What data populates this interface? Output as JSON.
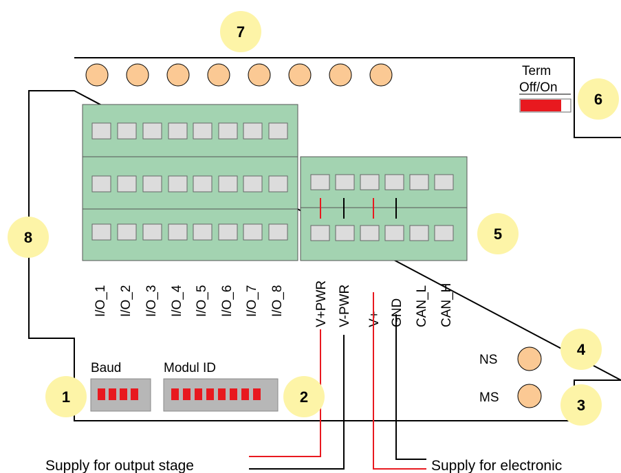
{
  "badges": [
    "1",
    "2",
    "3",
    "4",
    "5",
    "6",
    "7",
    "8"
  ],
  "io_labels": [
    "I/O_1",
    "I/O_2",
    "I/O_3",
    "I/O_4",
    "I/O_5",
    "I/O_6",
    "I/O_7",
    "I/O_8"
  ],
  "power_labels": [
    "V+PWR",
    "V-PWR",
    "V+",
    "GND",
    "CAN_L",
    "CAN_H"
  ],
  "term": {
    "title": "Term",
    "state": "Off/On"
  },
  "baud_label": "Baud",
  "modul_id_label": "Modul ID",
  "leds": {
    "ns": "NS",
    "ms": "MS"
  },
  "supply": {
    "output": "Supply for output stage",
    "electronic": "Supply for electronic"
  },
  "colors": {
    "terminal_green": "#a3d3b1",
    "led_orange": "#fbc994",
    "badge_yellow": "#fdf4a7",
    "dip_red": "#e8191f",
    "wire_red": "#e8191f",
    "wire_black": "#000000"
  }
}
